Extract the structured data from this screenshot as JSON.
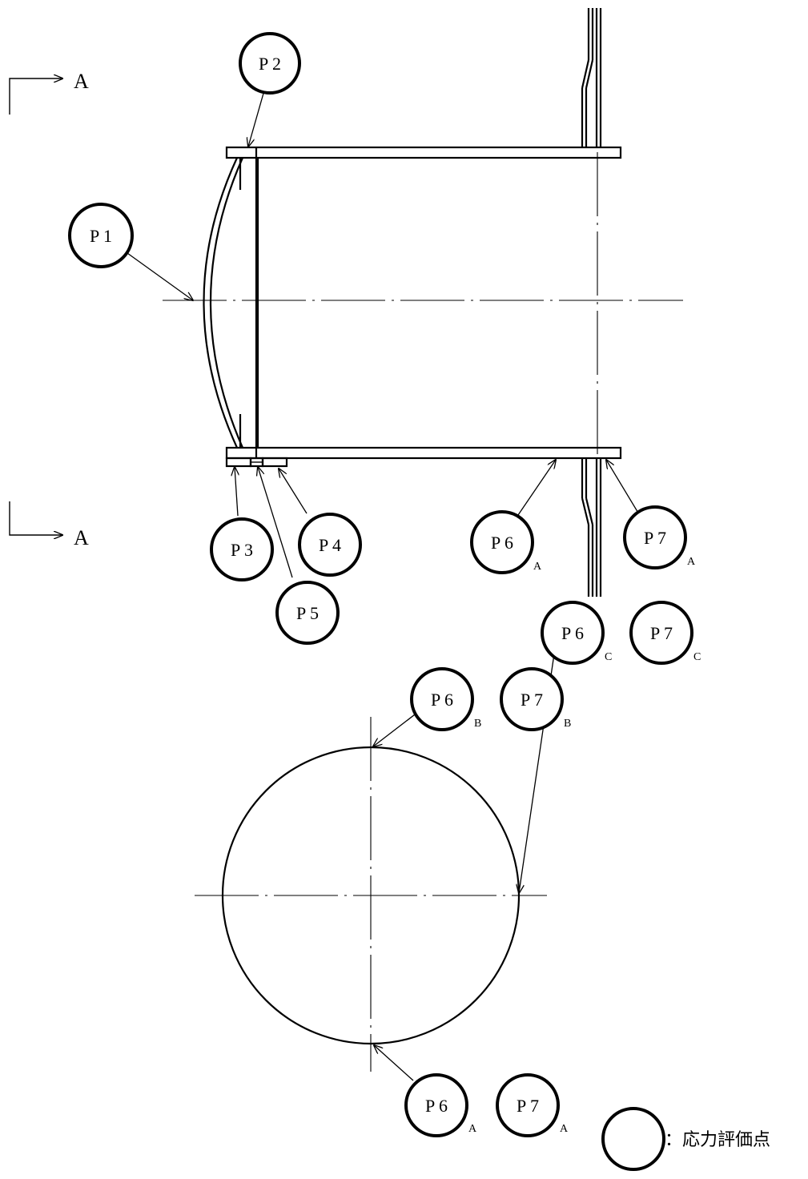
{
  "section": {
    "top_label": "A",
    "bottom_label": "A"
  },
  "points": {
    "p1": "P 1",
    "p2": "P 2",
    "p3": "P 3",
    "p4": "P 4",
    "p5": "P 5",
    "p6a": {
      "label": "P 6",
      "sub": "A"
    },
    "p7a": {
      "label": "P 7",
      "sub": "A"
    },
    "p6b": {
      "label": "P 6",
      "sub": "B"
    },
    "p7b": {
      "label": "P 7",
      "sub": "B"
    },
    "p6c": {
      "label": "P 6",
      "sub": "C"
    },
    "p7c": {
      "label": "P 7",
      "sub": "C"
    },
    "p6a2": {
      "label": "P 6",
      "sub": "A"
    },
    "p7a2": {
      "label": "P 7",
      "sub": "A"
    }
  },
  "legend": {
    "text": "：応力評価点"
  }
}
